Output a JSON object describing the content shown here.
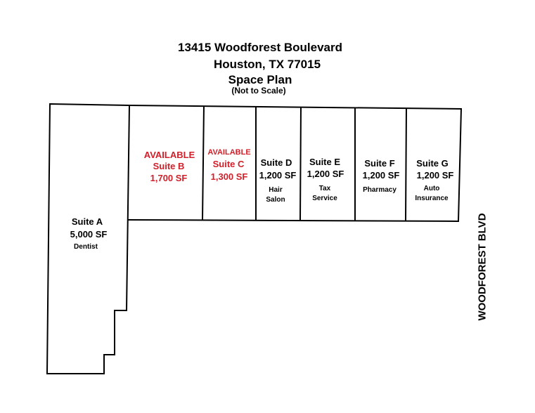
{
  "header": {
    "address": "13415 Woodforest Boulevard",
    "city": "Houston, TX 77015",
    "title": "Space Plan",
    "note": "(Not to Scale)"
  },
  "road_label": "WOODFOREST BLVD",
  "colors": {
    "available": "#d0202a",
    "line": "#000000"
  },
  "suites": [
    {
      "status": "",
      "name": "Suite A",
      "size": "5,000 SF",
      "tenant": [
        "Dentist"
      ]
    },
    {
      "status": "AVAILABLE",
      "name": "Suite B",
      "size": "1,700 SF",
      "tenant": []
    },
    {
      "status": "AVAILABLE",
      "name": "Suite C",
      "size": "1,300 SF",
      "tenant": []
    },
    {
      "status": "",
      "name": "Suite D",
      "size": "1,200 SF",
      "tenant": [
        "Hair",
        "Salon"
      ]
    },
    {
      "status": "",
      "name": "Suite E",
      "size": "1,200 SF",
      "tenant": [
        "Tax",
        "Service"
      ]
    },
    {
      "status": "",
      "name": "Suite F",
      "size": "1,200 SF",
      "tenant": [
        "Pharmacy"
      ]
    },
    {
      "status": "",
      "name": "Suite G",
      "size": "1,200 SF",
      "tenant": [
        "Auto",
        "Insurance"
      ]
    }
  ]
}
